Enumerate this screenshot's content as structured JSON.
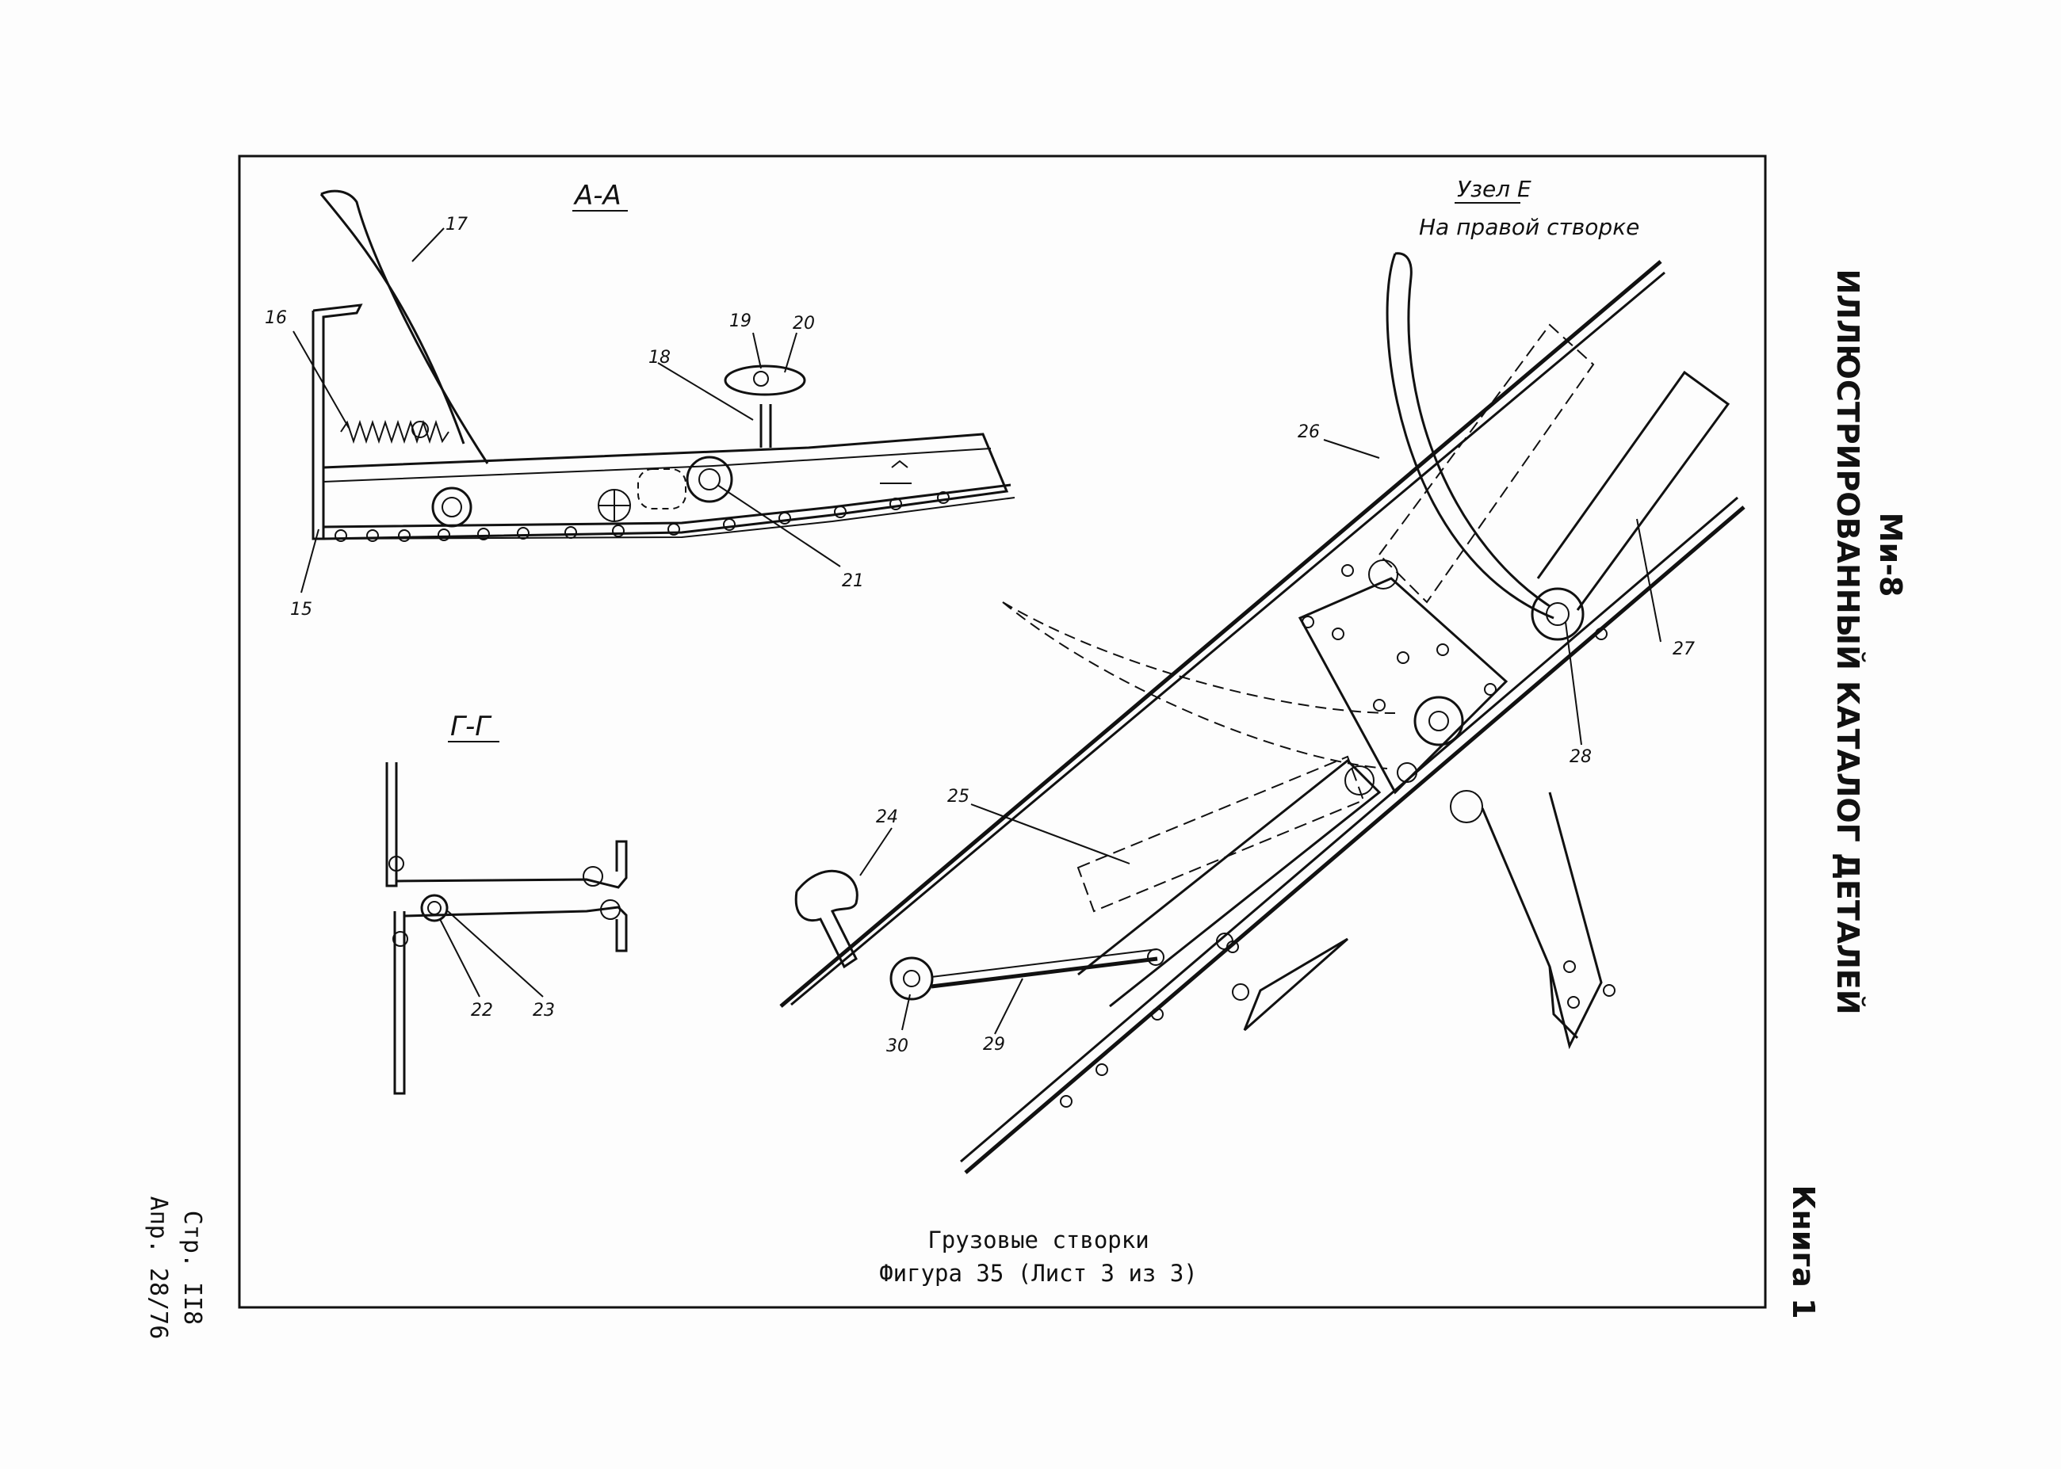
{
  "header": {
    "model": "Ми-8",
    "catalog_title": "ИЛЛЮСТРИРОВАННЫЙ КАТАЛОГ ДЕТАЛЕЙ",
    "book": "Книга 1"
  },
  "footer": {
    "page": "Стр. II8",
    "date": "Апр. 28/76"
  },
  "caption": {
    "line1": "Грузовые створки",
    "line2": "Фигура 35 (Лист 3 из 3)"
  },
  "sections": {
    "a_a": "А-А",
    "g_g": "Г-Г",
    "node_e": "Узел Е",
    "node_e_sub": "На правой створке"
  },
  "callouts": {
    "c15": "15",
    "c16": "16",
    "c17": "17",
    "c18": "18",
    "c19": "19",
    "c20": "20",
    "c21": "21",
    "c22": "22",
    "c23": "23",
    "c24": "24",
    "c25": "25",
    "c26": "26",
    "c27": "27",
    "c28": "28",
    "c29": "29",
    "c30": "30"
  }
}
